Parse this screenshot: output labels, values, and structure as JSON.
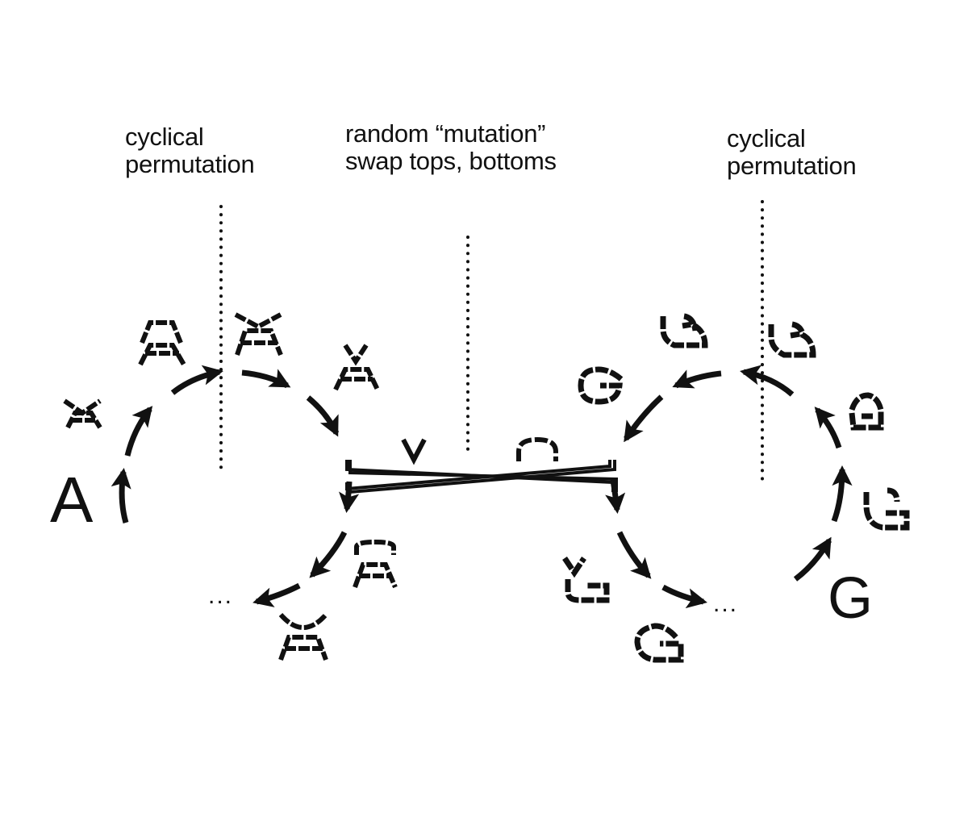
{
  "labels": {
    "left": [
      "cyclical",
      "permutation"
    ],
    "middle": [
      "random “mutation”",
      "swap tops, bottoms"
    ],
    "right": [
      "cyclical",
      "permutation"
    ]
  },
  "letters": {
    "start": "A",
    "end": "G"
  },
  "ellipsis": {
    "left": "...",
    "right": "..."
  },
  "colors": {
    "ink": "#111111",
    "background": "#ffffff"
  }
}
